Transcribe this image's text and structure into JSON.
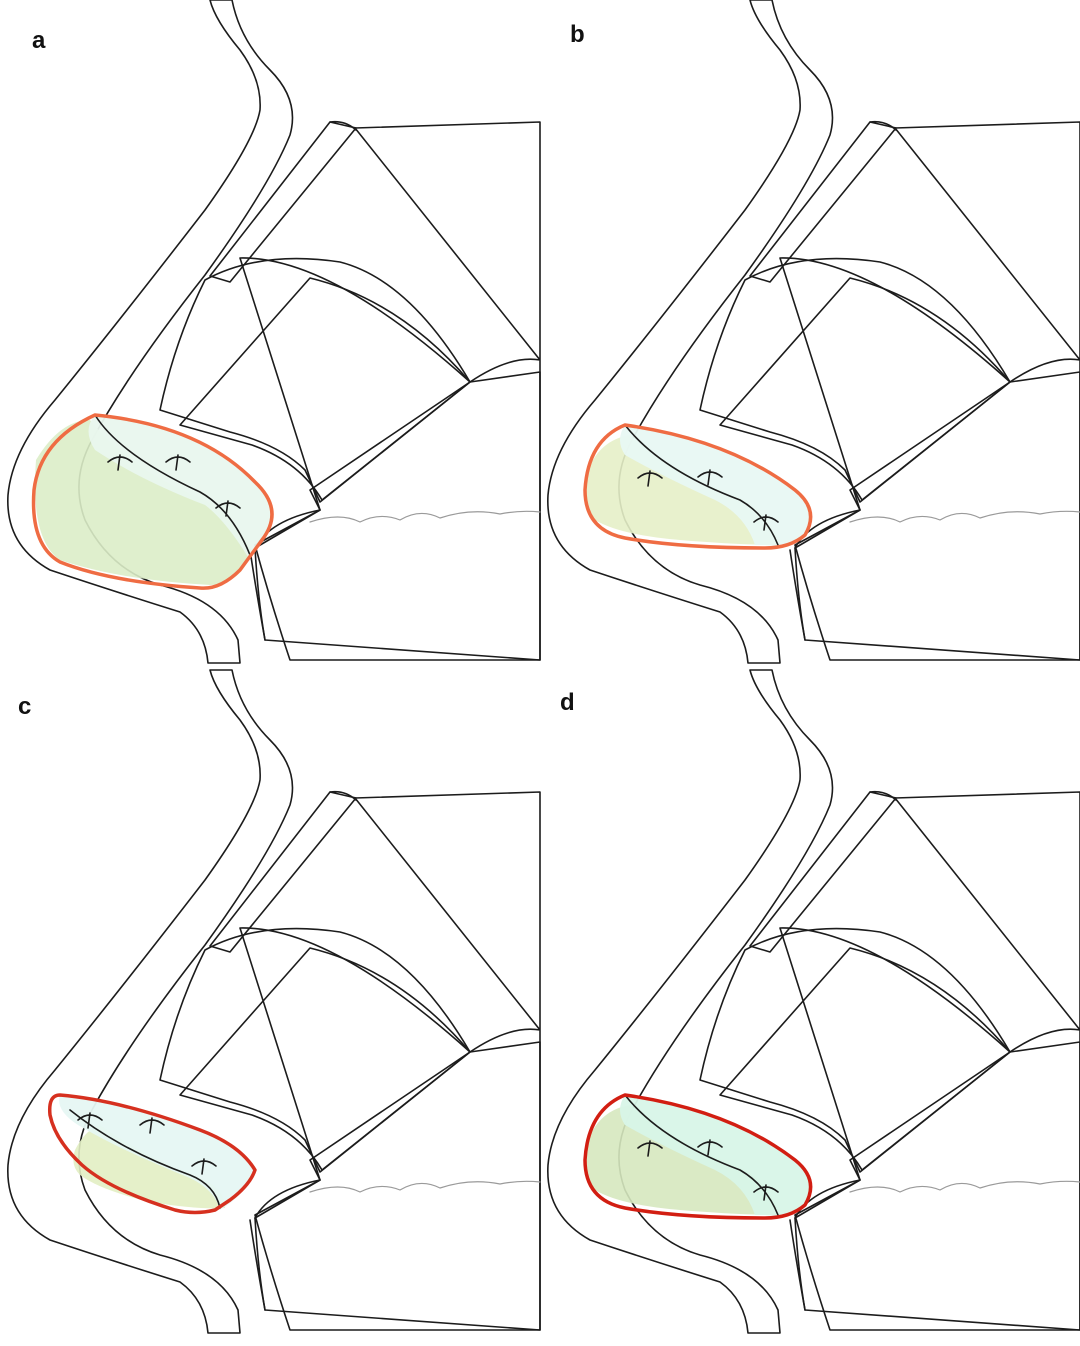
{
  "panels": [
    {
      "label": "a",
      "skin": "#fdebd0",
      "face": "#fdf6d5",
      "mucosa": "#fde5e3",
      "graft_fill": "#e9f7ee",
      "graft_lower": "#dcedc8",
      "outline": "#ef6c43",
      "graft_size": "large"
    },
    {
      "label": "b",
      "skin": "#fdebd0",
      "face": "#fef9dd",
      "mucosa": "#fde8e8",
      "graft_fill": "#e8f8f3",
      "graft_lower": "#e6efc8",
      "outline": "#ef6c43",
      "graft_size": "medium"
    },
    {
      "label": "c",
      "skin": "#fde8cc",
      "face": "#fdf5cc",
      "mucosa": "#fde3e1",
      "graft_fill": "#e6f7f3",
      "graft_lower": "#e2eec3",
      "outline": "#d6301f",
      "graft_size": "small"
    },
    {
      "label": "d",
      "skin": "#fce2b8",
      "face": "#fdf3b8",
      "mucosa": "#fecbcb",
      "graft_fill": "#d8f5e8",
      "graft_lower": "#d6e8bf",
      "outline": "#d21e12",
      "graft_size": "medium"
    }
  ]
}
